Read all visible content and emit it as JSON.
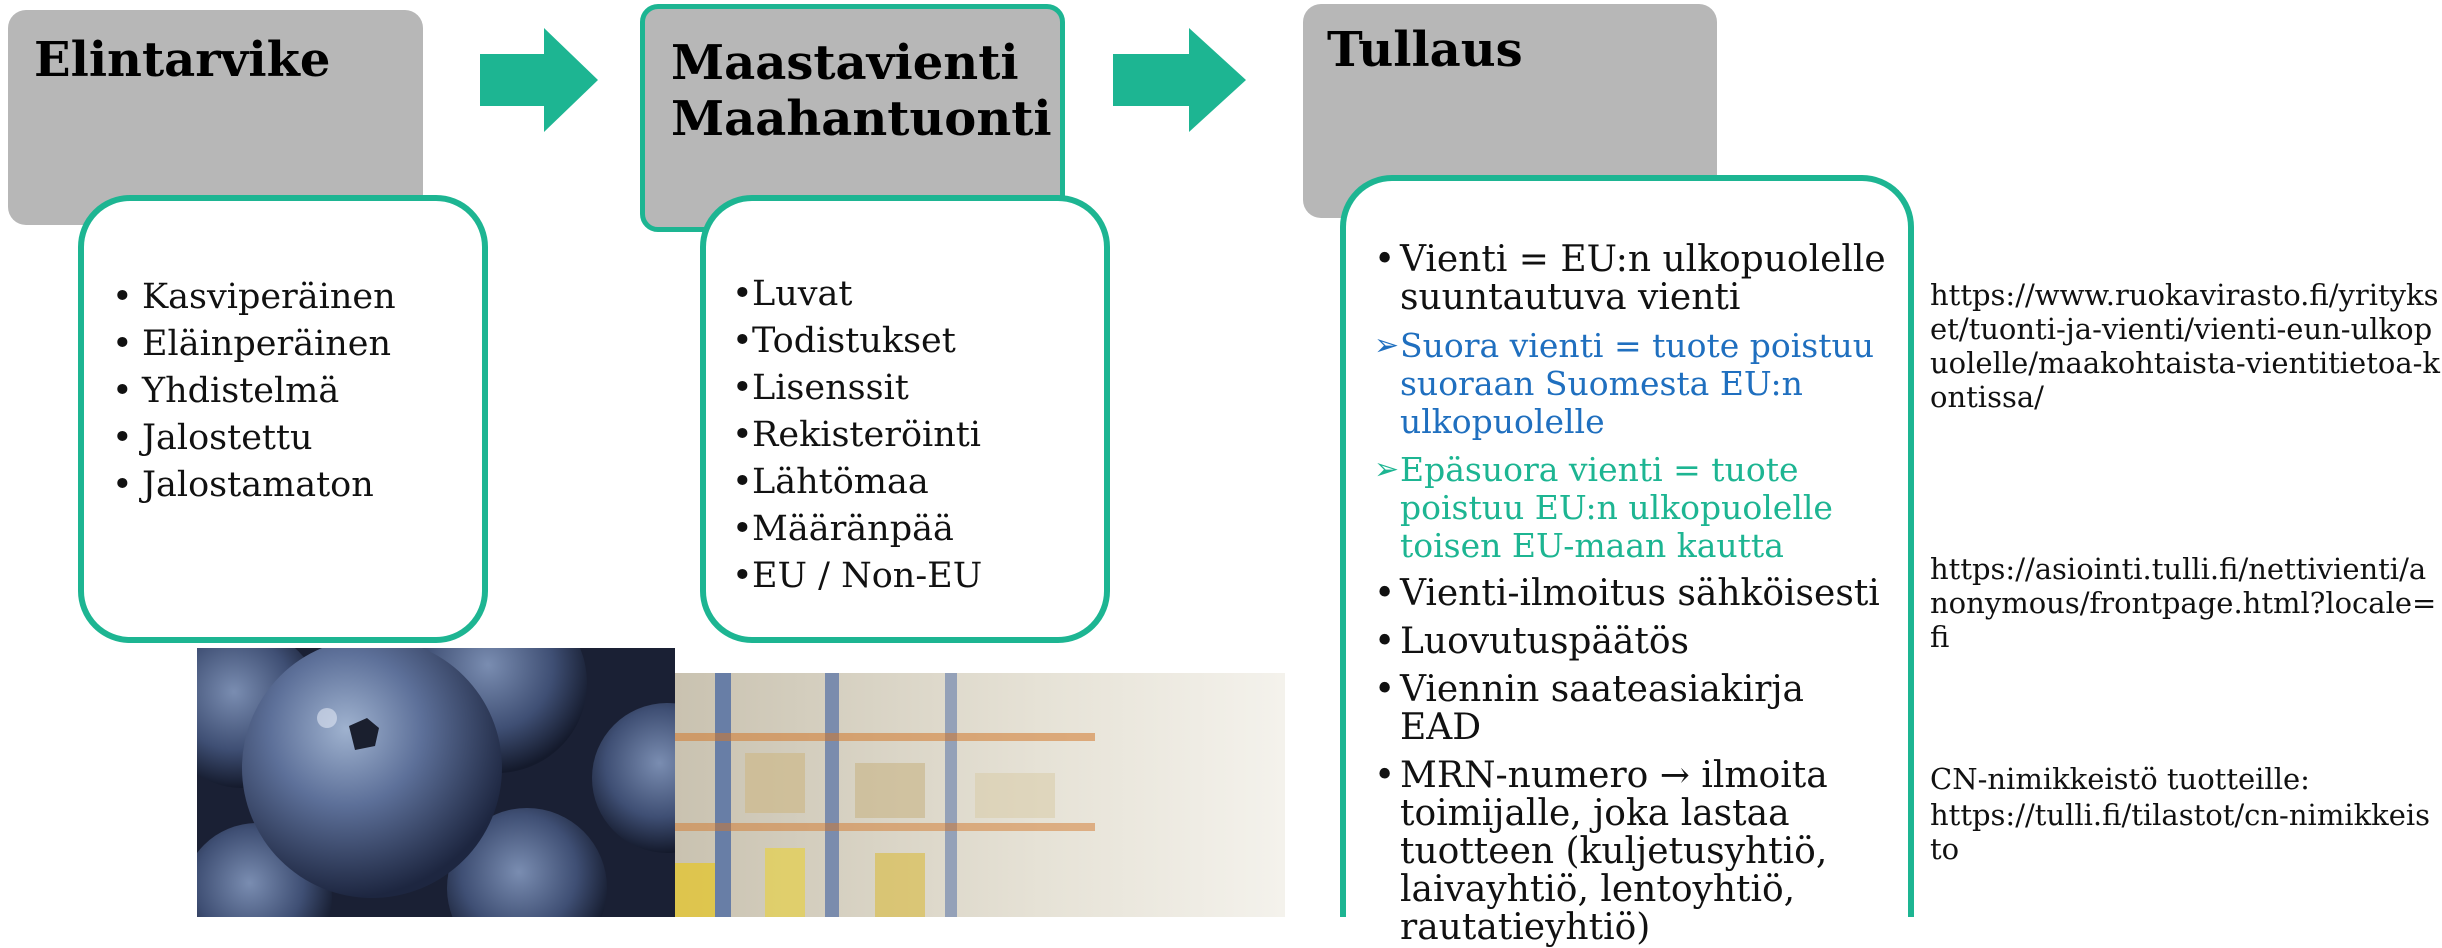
{
  "colors": {
    "accent": "#1db592",
    "header_fill": "#b7b7b7",
    "blue_text": "#1f6fbf"
  },
  "step1": {
    "title": "Elintarvike",
    "items": [
      "Kasviperäinen",
      "Eläinperäinen",
      "Yhdistelmä",
      "Jalostettu",
      "Jalostamaton"
    ]
  },
  "step2": {
    "title_line1": "Maastavienti",
    "title_line2": "Maahantuonti",
    "items": [
      "Luvat",
      "Todistukset",
      "Lisenssit",
      "Rekisteröinti",
      "Lähtömaa",
      "Määränpää",
      "EU / Non-EU"
    ]
  },
  "step3": {
    "title": "Tullaus",
    "items": [
      "Vienti = EU:n ulkopuolelle suuntautuva vienti",
      "Suora vienti = tuote poistuu suoraan Suomesta EU:n ulkopuolelle",
      "Epäsuora vienti = tuote poistuu EU:n ulkopuolelle toisen EU-maan kautta",
      "Vienti-ilmoitus sähköisesti",
      "Luovutuspäätös",
      "Viennin saateasiakirja EAD",
      "MRN-numero → ilmoita toimijalle, joka lastaa tuotteen (kuljetusyhtiö, laivayhtiö, lentoyhtiö, rautatieyhtiö)"
    ]
  },
  "links": {
    "ruokavirasto": "https://www.ruokavirasto.fi/yritykset/tuonti-ja-vienti/vienti-eun-ulkopuolelle/maakohtaista-vientitietoa-kontissa/",
    "tulli_nettivienti": "https://asiointi.tulli.fi/nettivienti/anonymous/frontpage.html?locale=fi",
    "cn_label": "CN-nimikkeistö tuotteille:",
    "cn_url": "https://tulli.fi/tilastot/cn-nimikkeisto"
  },
  "images": {
    "left": "blueberries-photo",
    "right": "warehouse-photo"
  }
}
